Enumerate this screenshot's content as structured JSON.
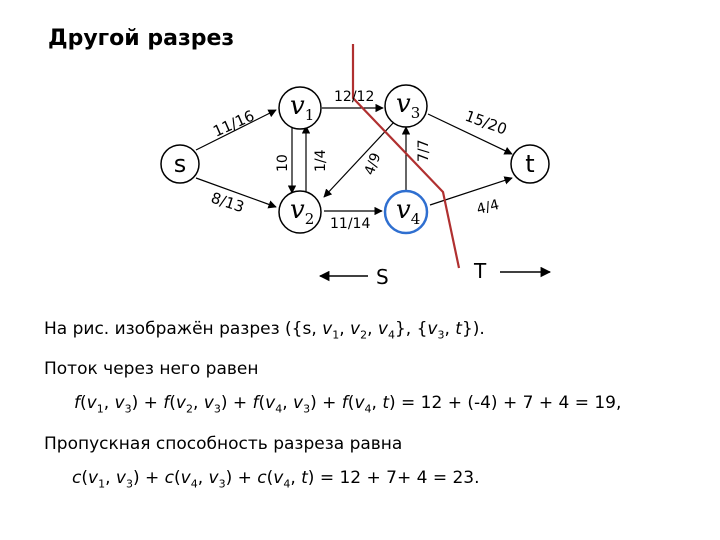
{
  "title": "Другой разрез",
  "nodes": {
    "s": "s",
    "t": "t",
    "v1": {
      "letter": "v",
      "sub": "1"
    },
    "v2": {
      "letter": "v",
      "sub": "2"
    },
    "v3": {
      "letter": "v",
      "sub": "3"
    },
    "v4": {
      "letter": "v",
      "sub": "4"
    }
  },
  "edges": {
    "s_v1": "11/16",
    "s_v2": "8/13",
    "v1_v2": "10",
    "v2_v1": "1/4",
    "v1_v3": "12/12",
    "v3_v2": "4/9",
    "v2_v4": "11/14",
    "v4_v3": "7/7",
    "v3_t": "15/20",
    "v4_t": "4/4"
  },
  "sides": {
    "S": "S",
    "T": "T"
  },
  "colors": {
    "cut": "#b03030",
    "blue_node": "#2f6fd0"
  },
  "text": {
    "line1": {
      "a": "На рис. изображён разрез ({s, ",
      "v1": "v",
      "s1": "1",
      "c1": ", ",
      "v2": "v",
      "s2": "2",
      "c2": ", ",
      "v4": "v",
      "s4": "4",
      "c3": "}, {",
      "v3": "v",
      "s3": "3",
      "c4": ", ",
      "t": "t",
      "end": "})."
    },
    "line2": "Поток через него равен",
    "line3": {
      "f1": "f",
      "p1": "(",
      "a1": "v",
      "a1s": "1",
      "k1": ", ",
      "b1": "v",
      "b1s": "3",
      "e1": ") + ",
      "f2": "f",
      "p2": "(",
      "a2": "v",
      "a2s": "2",
      "k2": ", ",
      "b2": "v",
      "b2s": "3",
      "e2": ") + ",
      "f3": "f",
      "p3": "(",
      "a3": "v",
      "a3s": "4",
      "k3": ", ",
      "b3": "v",
      "b3s": "3",
      "e3": ") + ",
      "f4": "f",
      "p4": "(",
      "a4": "v",
      "a4s": "4",
      "k4": ", ",
      "b4": "t",
      "e4": ") = 12 + (-4) + 7 + 4 = 19,"
    },
    "line4": "Пропускная способность разреза равна",
    "line5": {
      "c1": "c",
      "p1": "(",
      "a1": "v",
      "a1s": "1",
      "k1": ", ",
      "b1": "v",
      "b1s": "3",
      "e1": ") + ",
      "c2": "c",
      "p2": "(",
      "a2": "v",
      "a2s": "4",
      "k2": ", ",
      "b2": "v",
      "b2s": "3",
      "e2": ") + ",
      "c3": "c",
      "p3": "(",
      "a3": "v",
      "a3s": "4",
      "k3": ", ",
      "b3": "t",
      "e3": ") = 12 + 7+ 4 = 23."
    }
  }
}
